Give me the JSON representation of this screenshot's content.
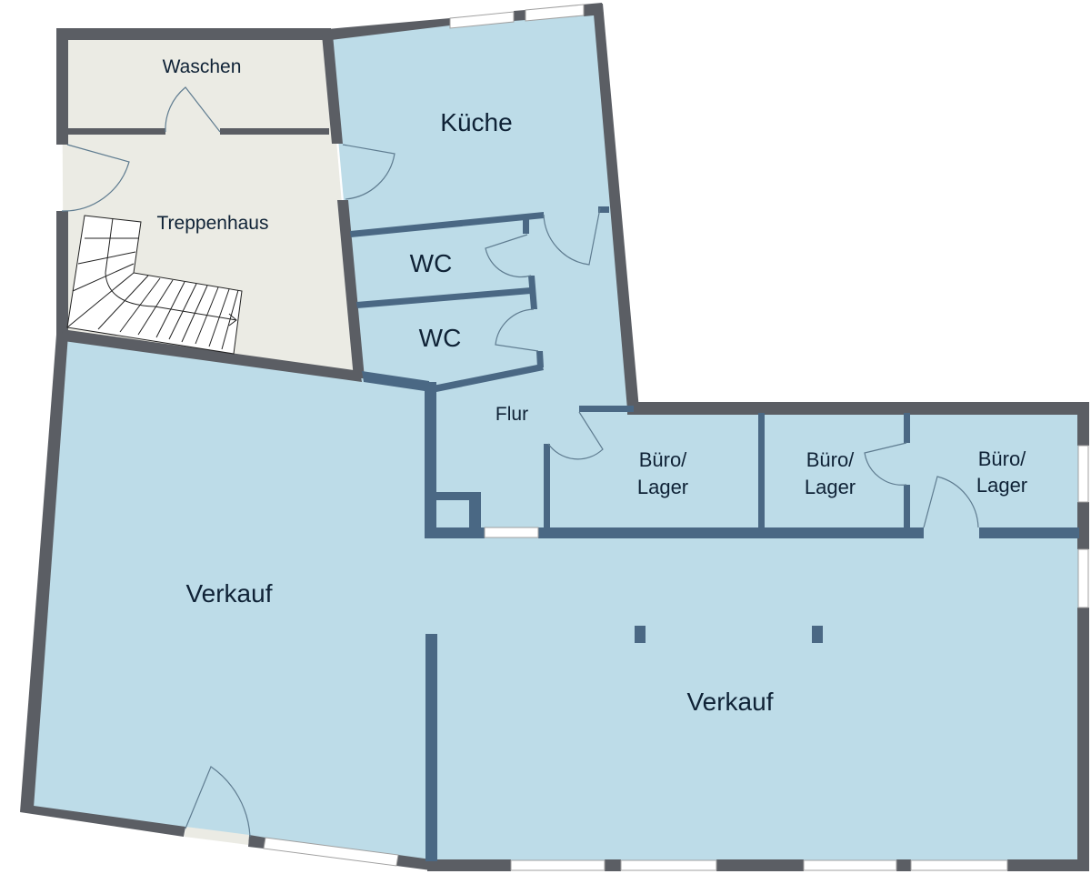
{
  "plan": {
    "colors": {
      "room_blue": "#bddce8",
      "room_grey": "#ebebe4",
      "outer_wall": "#5b5e64",
      "inner_wall": "#4a6884",
      "label": "#0f2236"
    },
    "rooms": {
      "waschen": "Waschen",
      "treppenhaus": "Treppenhaus",
      "kueche": "Küche",
      "wc1": "WC",
      "wc2": "WC",
      "flur": "Flur",
      "buero1_line1": "Büro/",
      "buero1_line2": "Lager",
      "buero2_line1": "Büro/",
      "buero2_line2": "Lager",
      "buero3_line1": "Büro/",
      "buero3_line2": "Lager",
      "verkauf_left": "Verkauf",
      "verkauf_right": "Verkauf"
    }
  }
}
